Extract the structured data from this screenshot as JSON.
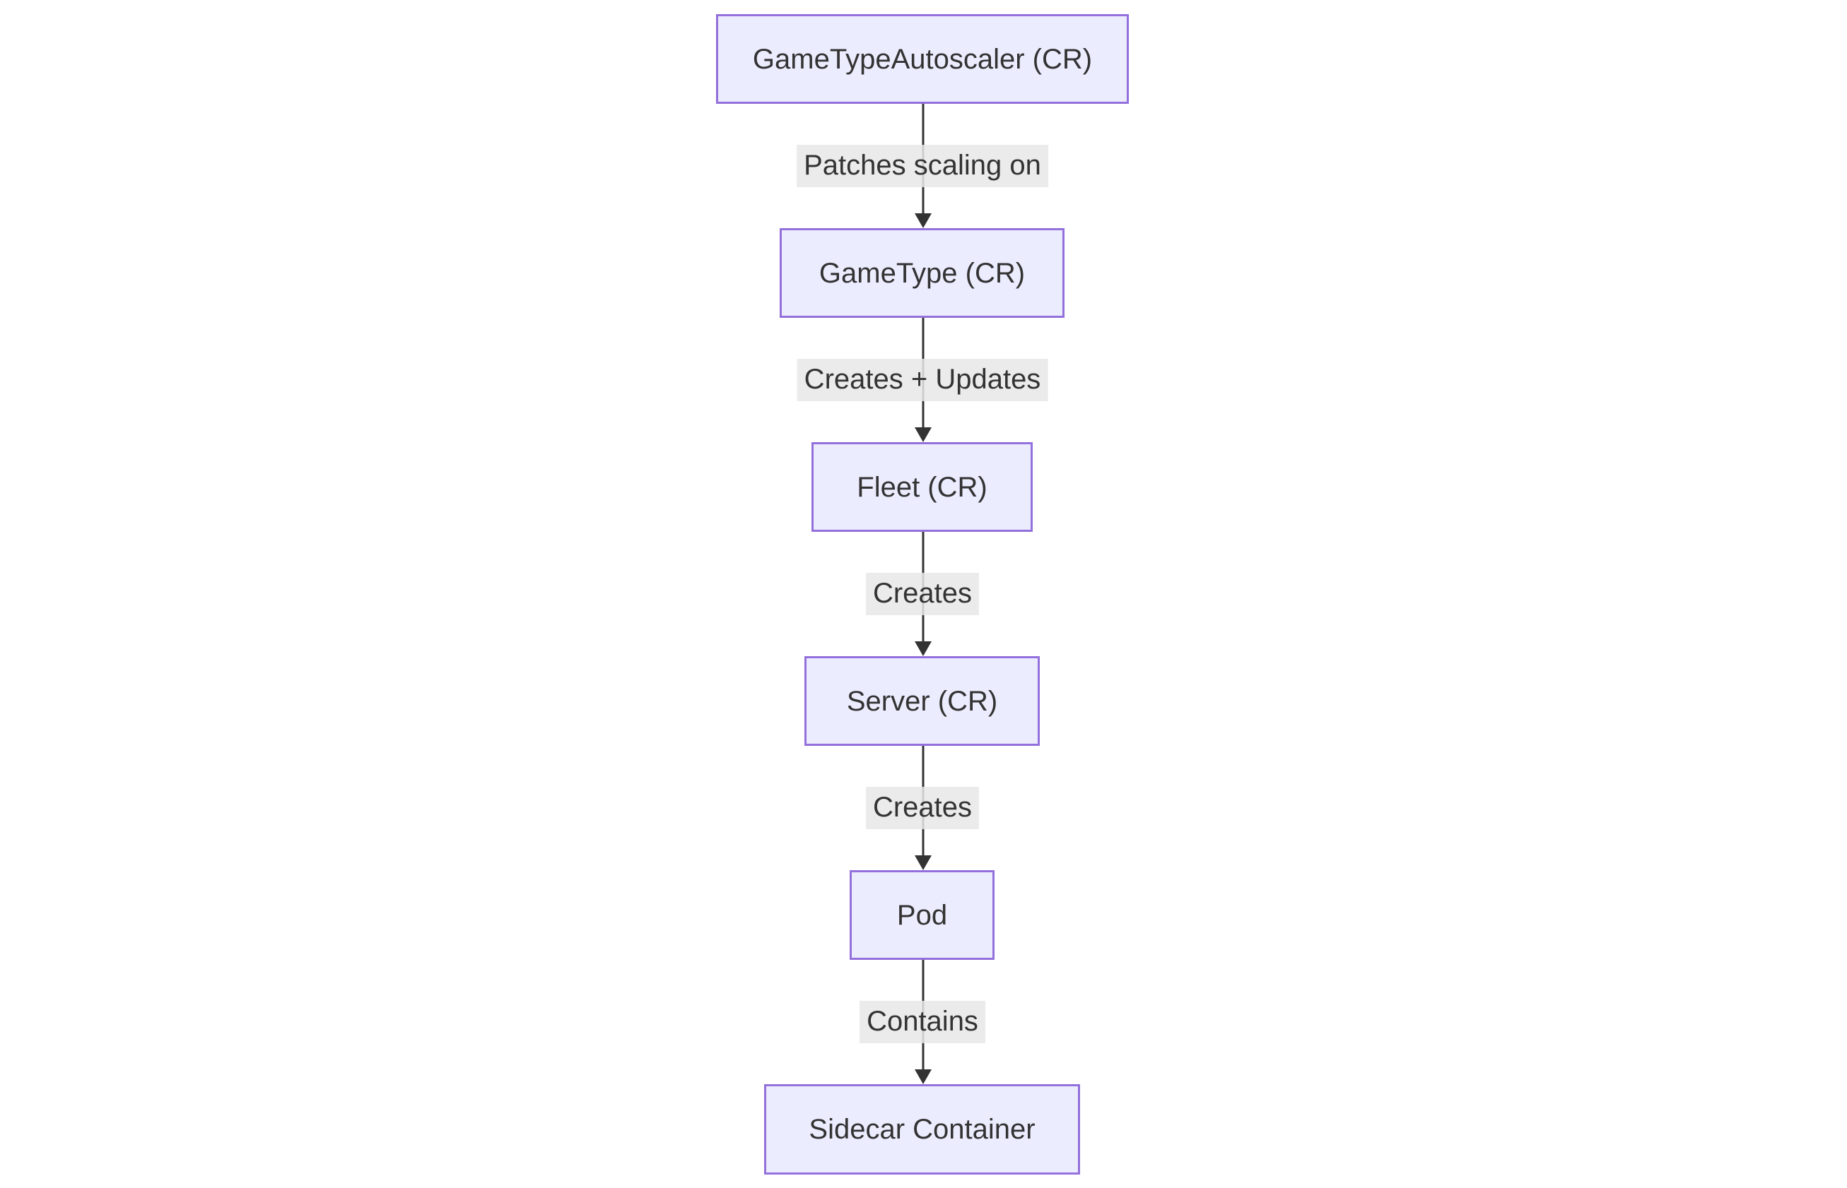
{
  "diagram": {
    "type": "flowchart-top-down",
    "colors": {
      "node_fill": "#ECECFF",
      "node_border": "#9370DB",
      "text_color": "#333333",
      "edge_color": "#333333",
      "edge_label_bg": "#e8e8e8",
      "page_bg": "#ffffff"
    },
    "nodes": [
      {
        "id": "gametypeautoscaler",
        "label": "GameTypeAutoscaler (CR)"
      },
      {
        "id": "gametype",
        "label": "GameType (CR)"
      },
      {
        "id": "fleet",
        "label": "Fleet (CR)"
      },
      {
        "id": "server",
        "label": "Server (CR)"
      },
      {
        "id": "pod",
        "label": "Pod"
      },
      {
        "id": "sidecar-container",
        "label": "Sidecar Container"
      }
    ],
    "edges": [
      {
        "from": "gametypeautoscaler",
        "to": "gametype",
        "label": "Patches scaling on"
      },
      {
        "from": "gametype",
        "to": "fleet",
        "label": "Creates + Updates"
      },
      {
        "from": "fleet",
        "to": "server",
        "label": "Creates"
      },
      {
        "from": "server",
        "to": "pod",
        "label": "Creates"
      },
      {
        "from": "pod",
        "to": "sidecar-container",
        "label": "Contains"
      }
    ]
  }
}
